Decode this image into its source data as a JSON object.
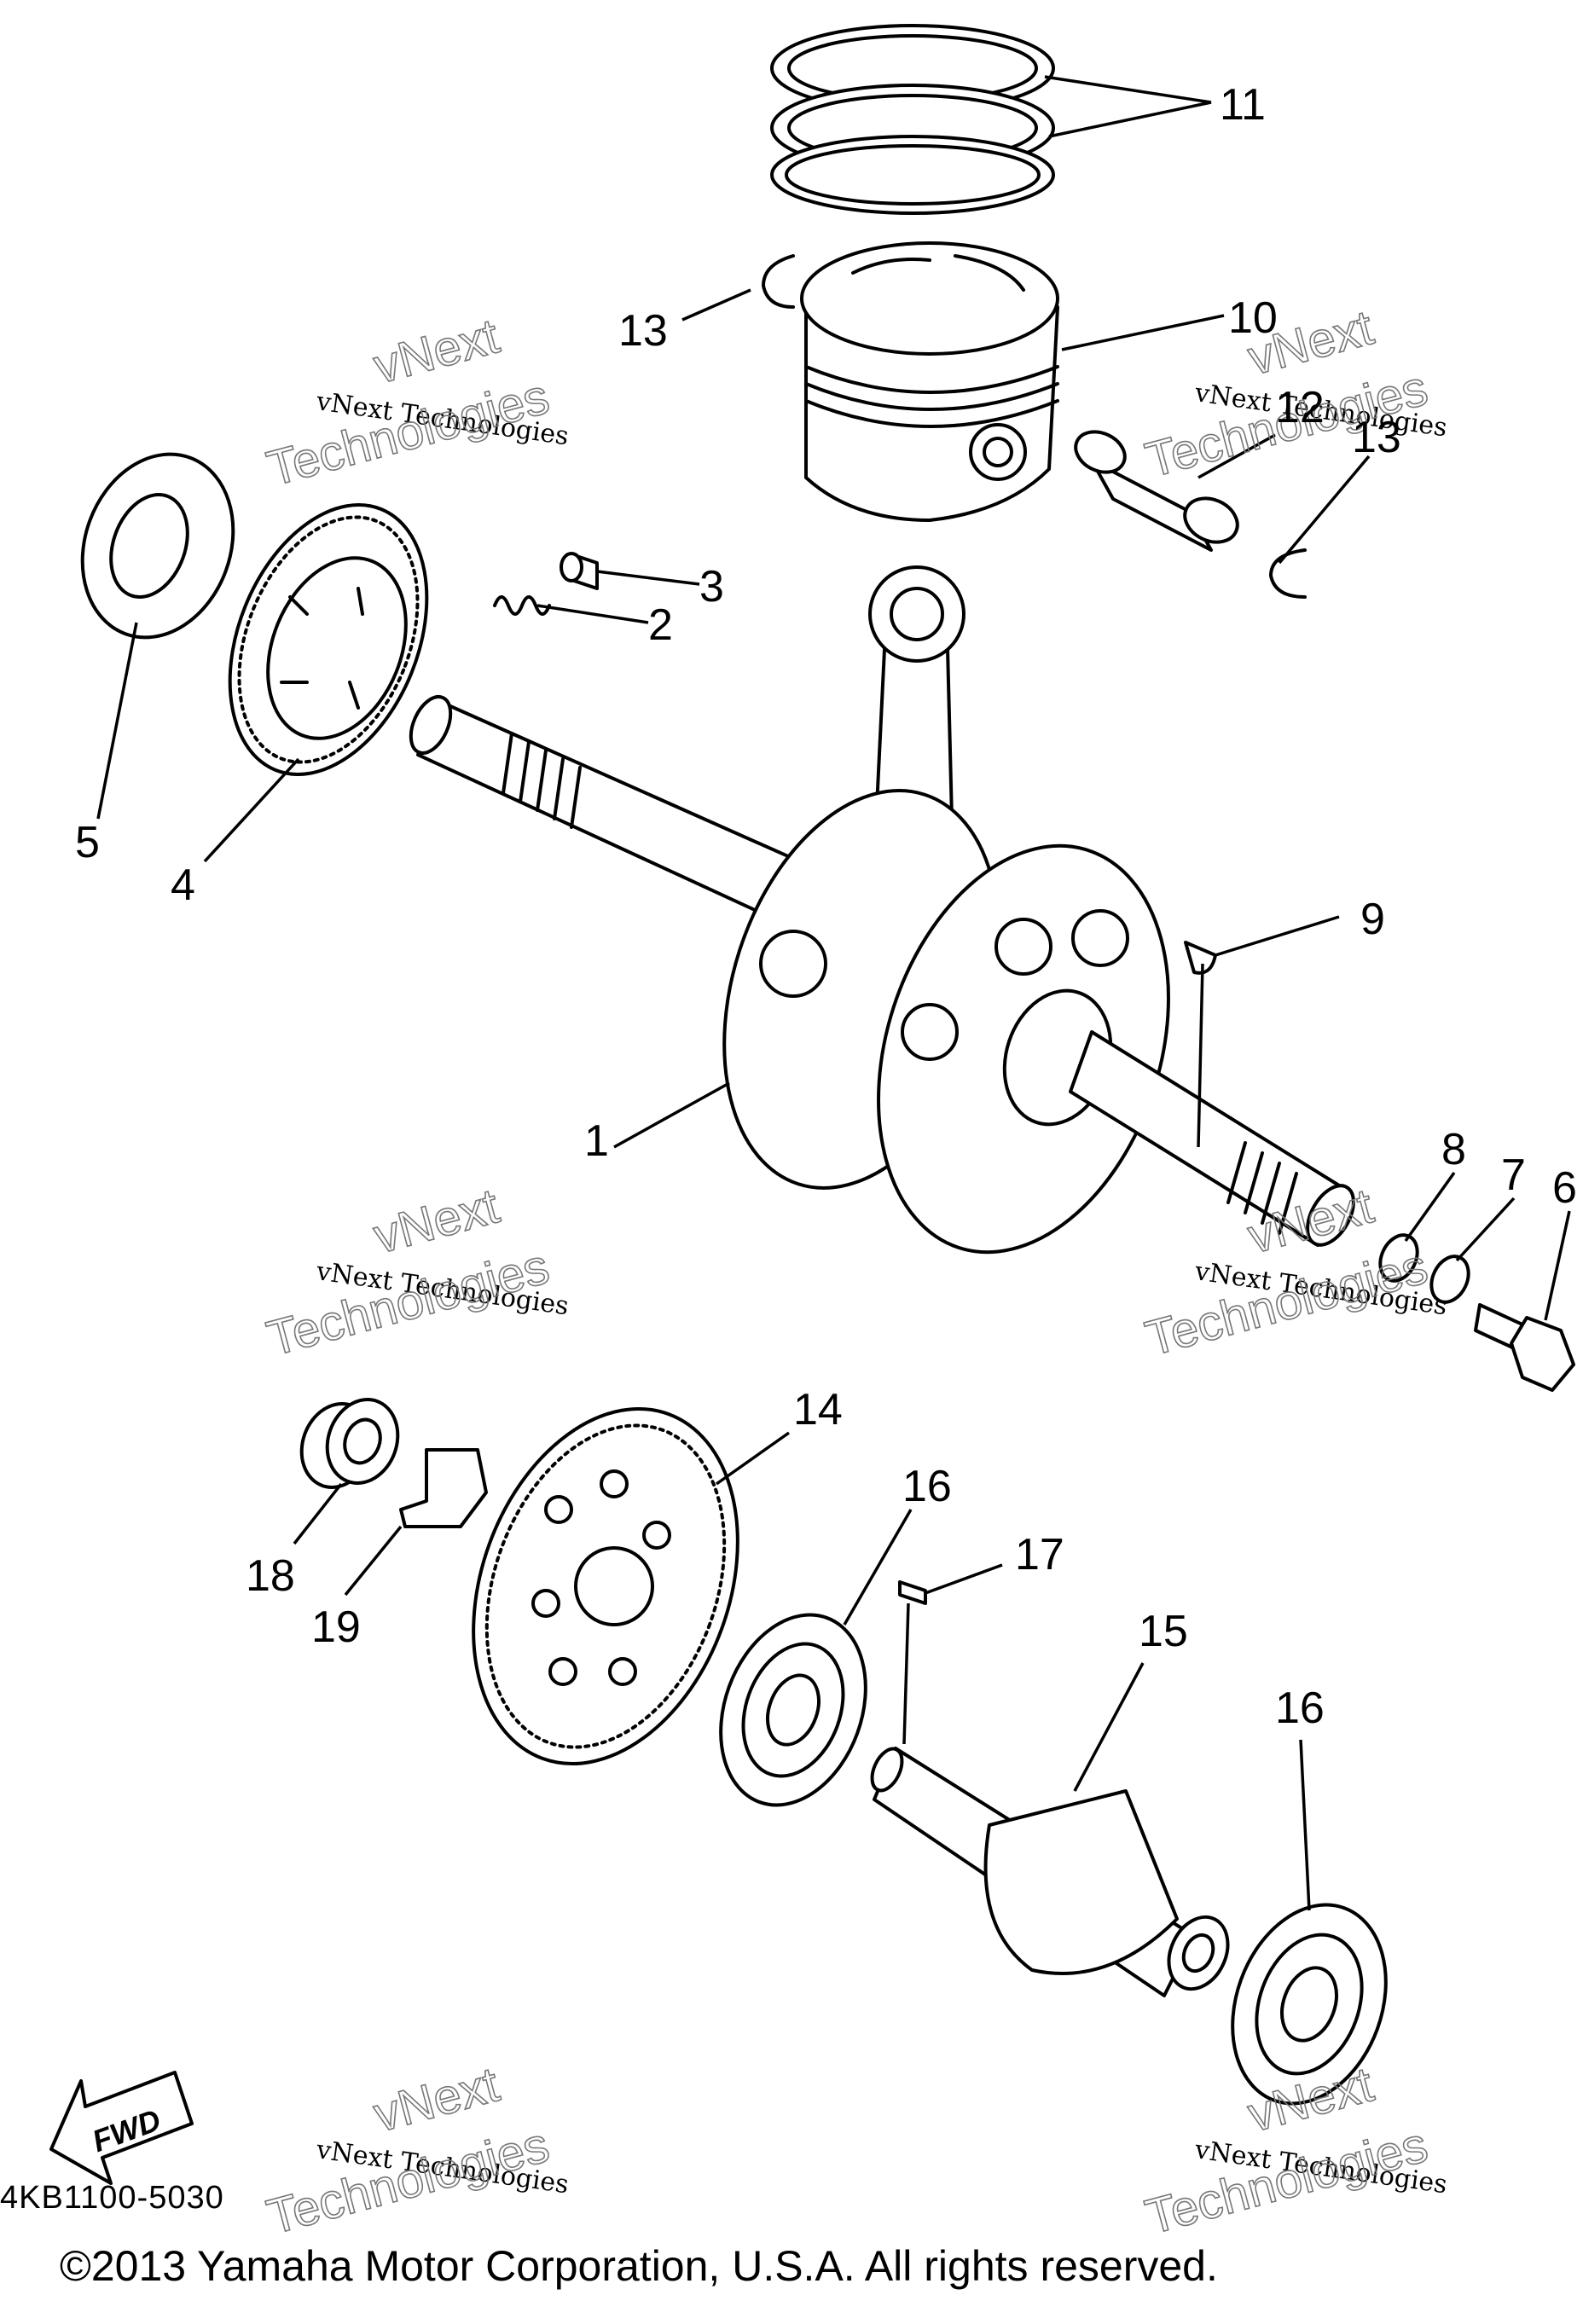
{
  "labels": {
    "l1": "1",
    "l2": "2",
    "l3": "3",
    "l4": "4",
    "l5": "5",
    "l6": "6",
    "l7": "7",
    "l8": "8",
    "l9": "9",
    "l10": "10",
    "l11": "11",
    "l12": "12",
    "l13a": "13",
    "l13b": "13",
    "l14": "14",
    "l15": "15",
    "l16a": "16",
    "l16b": "16",
    "l17": "17",
    "l18": "18",
    "l19": "19"
  },
  "fwd": "FWD",
  "watermark": {
    "line1": "vNext Technologies",
    "line2": "vNext",
    "line3": "Technologies"
  },
  "diagram_code": "4KB1100-5030",
  "copyright": "©2013 Yamaha Motor Corporation, U.S.A. All rights reserved."
}
